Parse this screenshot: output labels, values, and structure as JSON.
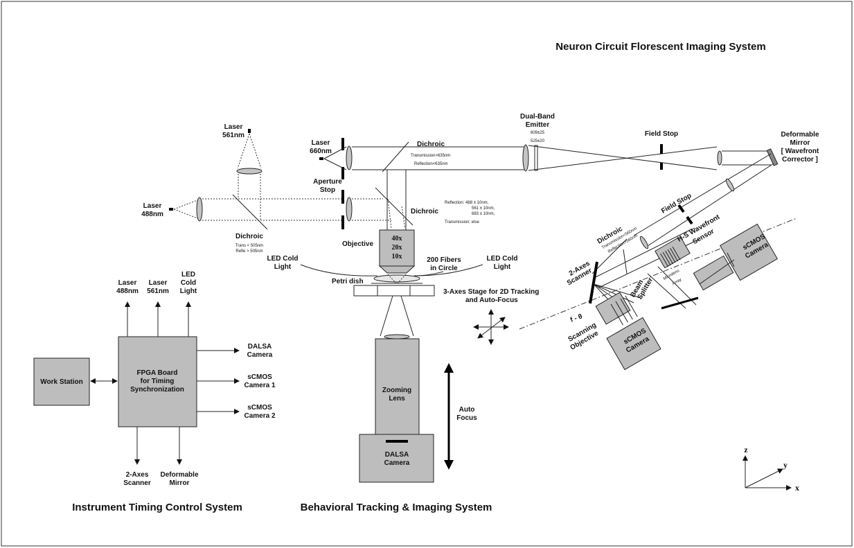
{
  "titles": {
    "neuron": "Neuron Circuit Florescent Imaging System",
    "timing": "Instrument Timing Control System",
    "behavioral": "Behavioral Tracking & Imaging System"
  },
  "timing": {
    "workstation": "Work Station",
    "fpga": [
      "FPGA Board",
      "for Timing",
      "Synchronization"
    ],
    "inputs": {
      "laser488": [
        "Laser",
        "488nm"
      ],
      "laser561": [
        "Laser",
        "561nm"
      ],
      "led": [
        "LED",
        "Cold",
        "Light"
      ]
    },
    "outputs": {
      "dalsa": [
        "DALSA",
        "Camera"
      ],
      "scmos1": [
        "sCMOS",
        "Camera 1"
      ],
      "scmos2": [
        "sCMOS",
        "Camera 2"
      ],
      "scanner": [
        "2-Axes",
        "Scanner"
      ],
      "mirror": [
        "Deformable",
        "Mirror"
      ]
    }
  },
  "behavioral": {
    "zoom": [
      "Zooming",
      "Lens"
    ],
    "dalsa": [
      "DALSA",
      "Camera"
    ],
    "autofocus": [
      "Auto",
      "Focus"
    ],
    "stage": [
      "3-Axes Stage for 2D Tracking",
      "and Auto-Focus"
    ],
    "petri": "Petri dish",
    "led_left": [
      "LED Cold",
      "Light"
    ],
    "led_right": [
      "LED Cold",
      "Light"
    ],
    "fibers": [
      "200 Fibers",
      "in Circle"
    ],
    "objective_label": "Objective",
    "magnifications": [
      "40x",
      "20x",
      "10x"
    ]
  },
  "optics": {
    "laser561": [
      "Laser",
      "561nm"
    ],
    "laser488": [
      "Laser",
      "488nm"
    ],
    "laser660": [
      "Laser",
      "660nm"
    ],
    "dichroic1": "Dichroic",
    "dichroic1_specs": [
      "Trans < 505nm",
      "Refle > 505nm"
    ],
    "aperture": [
      "Aperture",
      "Stop"
    ],
    "dichroic2": "Dichroic",
    "dichroic2_specs": [
      "Transmission>635nm",
      "Reflection<635nm"
    ],
    "dichroic3": "Dichroic",
    "dichroic3_specs": [
      "Reflection:  488 ± 10nm,",
      "561 ± 10nm,",
      "683 ± 10nm,",
      "Transmission:  else"
    ],
    "emitter": [
      "Dual-Band",
      "Emitter"
    ],
    "emitter_specs": [
      "609±25",
      "525±20"
    ],
    "fieldstop1": "Field Stop",
    "deformable": [
      "Deformable",
      "Mirror",
      "[ Wavefront",
      "Corrector ]"
    ],
    "fieldstop2": "Field Stop",
    "hs_sensor": [
      "H-S Wavefront",
      "Sensor"
    ],
    "dichroic4": "Dichroic",
    "dichroic4_specs": [
      "Transmission<560nm",
      "Reflection>560nm"
    ],
    "scanner": [
      "2-Axes",
      "Scanner"
    ],
    "microlens": [
      "Microlens",
      "Array"
    ],
    "beam_splitter": [
      "Beam",
      "Splitter"
    ],
    "scmos_a": [
      "sCMOS",
      "Camera"
    ],
    "scmos_b": [
      "sCMOS",
      "Camera"
    ],
    "f_theta": "f - θ",
    "scanning_obj": [
      "Scanning",
      "Objective"
    ]
  },
  "axes": {
    "z": "z",
    "y": "y",
    "x": "x"
  }
}
